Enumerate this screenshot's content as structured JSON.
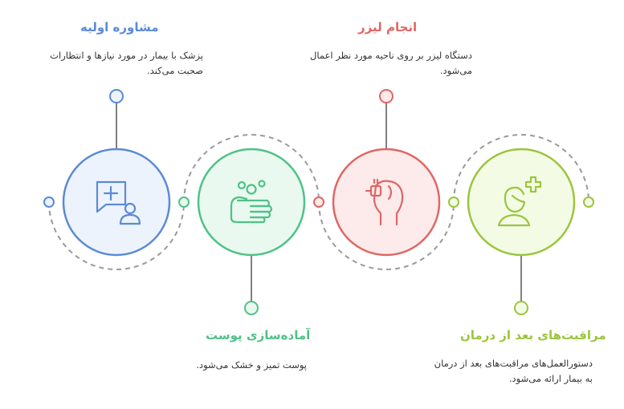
{
  "colors": {
    "blue": "#5b8ad6",
    "blue_fill": "#edf3fd",
    "green": "#4fc187",
    "green_fill": "#e9f9f0",
    "red": "#e06666",
    "red_fill": "#fdeaea",
    "lime": "#9bc53d",
    "lime_fill": "#f4fbe5",
    "dash": "#9a9a9a"
  },
  "steps": [
    {
      "title": "مشاوره اولیه",
      "description": "پزشک با بیمار در مورد نیازها و انتظارات صحبت می‌کند.",
      "icon": "consultation-icon"
    },
    {
      "title": "آماده‌سازی پوست",
      "description": "پوست تمیز و خشک می‌شود.",
      "icon": "hand-washing-icon"
    },
    {
      "title": "انجام لیزر",
      "description": "دستگاه لیزر بر روی ناحیه مورد نظر اعمال می‌شود.",
      "icon": "laser-hand-icon"
    },
    {
      "title": "مراقبت‌های بعد از درمان",
      "description": "دستورالعمل‌های مراقبت‌های بعد از درمان به بیمار ارائه می‌شود.",
      "icon": "aftercare-person-icon"
    }
  ]
}
